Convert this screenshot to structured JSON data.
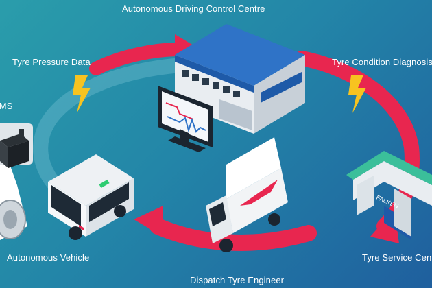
{
  "labels": {
    "control_centre": "Autonomous Driving Control Centre",
    "tyre_pressure": "Tyre Pressure Data",
    "tyre_condition": "Tyre Condition Diagnosis",
    "tpms": "TPMS",
    "autonomous_vehicle": "Autonomous Vehicle",
    "tyre_service": "Tyre Service Centre",
    "dispatch": "Dispatch Tyre Engineer"
  },
  "brand_sign": "FALKEN",
  "colors": {
    "background_start": "#2a9dab",
    "background_end": "#1f5f9e",
    "arrow_red": "#e8264f",
    "building_blue": "#2f73c7",
    "lightning_yellow": "#f7c320"
  },
  "icons": [
    "building-icon",
    "monitor-icon",
    "lightning-icon",
    "bus-icon",
    "truck-icon",
    "service-station-icon",
    "tpms-sensor-icon"
  ]
}
